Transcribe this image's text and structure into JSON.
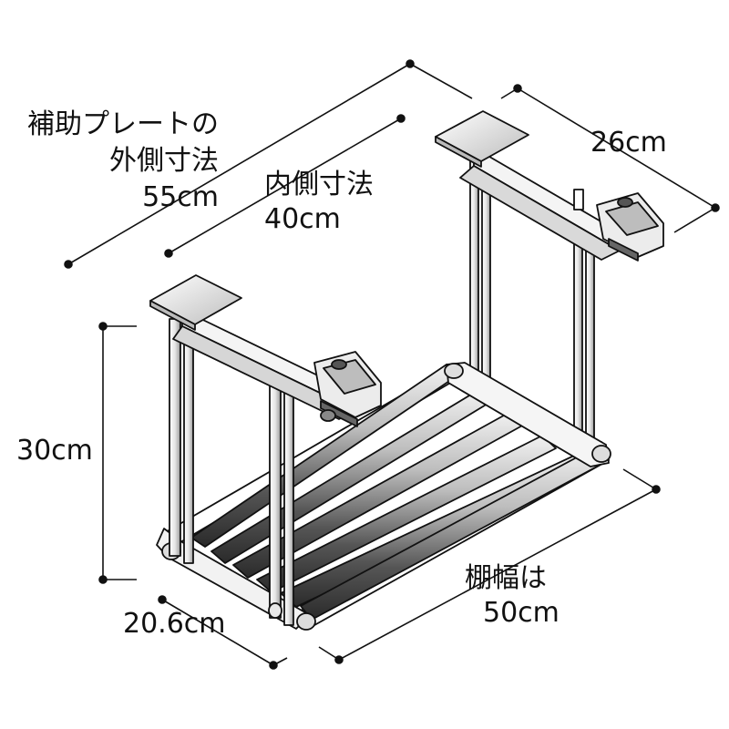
{
  "labels": {
    "outer_width_line1": "補助プレートの",
    "outer_width_line2": "外側寸法",
    "outer_width_value": "55cm",
    "inner_width_line1": "内側寸法",
    "inner_width_value": "40cm",
    "depth_top": "26cm",
    "height": "30cm",
    "depth_bottom": "20.6cm",
    "shelf_width_line1": "棚幅は",
    "shelf_width_value": "50cm"
  },
  "colors": {
    "line": "#111111",
    "rod_dark": "#3a3a3a",
    "rod_light": "#e8e8e8",
    "frame": "#ffffff"
  }
}
